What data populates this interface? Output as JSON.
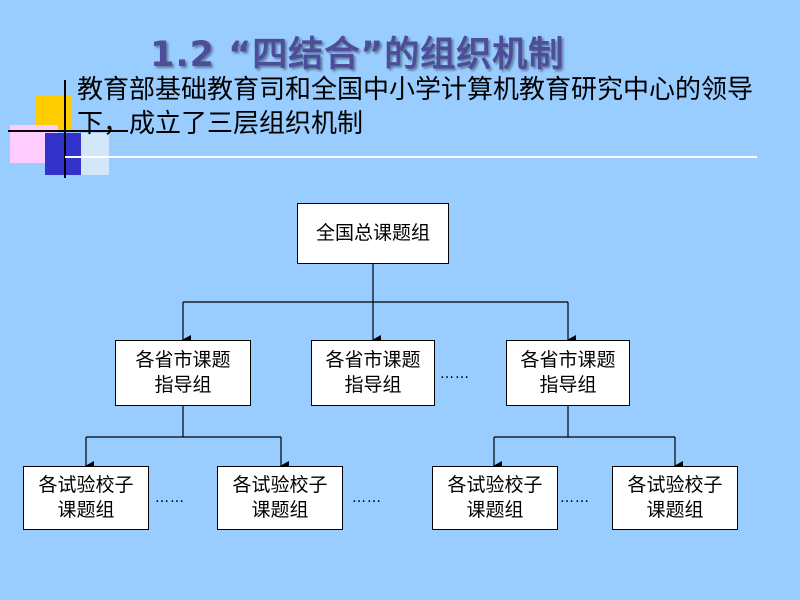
{
  "slide": {
    "title": "1.2 “四结合”的组织机制",
    "body": "教育部基础教育司和全国中小学计算机教育研究中心的领导下，成立了三层组织机制"
  },
  "org_chart": {
    "root": "全国总课题组",
    "level2": [
      "各省市课题\n指导组",
      "各省市课题\n指导组",
      "各省市课题\n指导组"
    ],
    "level2_ellipsis": "……",
    "level3": [
      "各试验校子\n课题组",
      "各试验校子\n课题组",
      "各试验校子\n课题组",
      "各试验校子\n课题组"
    ],
    "level3_ellipsis": [
      "……",
      "……",
      "……"
    ]
  },
  "colors": {
    "background": "#99ccff",
    "title": "#4d4d99",
    "deco_yellow": "#ffcc00",
    "deco_blue": "#3333cc",
    "deco_pink": "#ffccff"
  }
}
